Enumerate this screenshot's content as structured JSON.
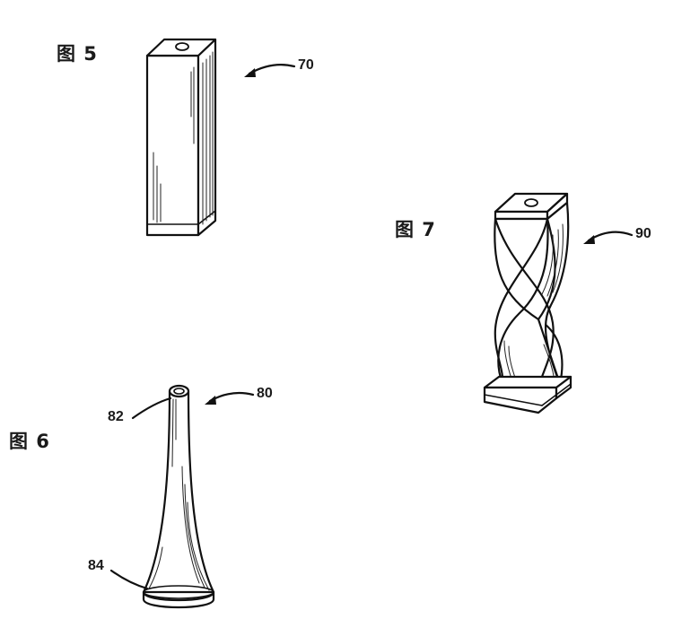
{
  "figures": {
    "fig5": {
      "label": "图 5",
      "ref": "70"
    },
    "fig6": {
      "label": "图 6",
      "ref": "80",
      "ref_top": "82",
      "ref_bottom": "84"
    },
    "fig7": {
      "label": "图 7",
      "ref": "90"
    }
  },
  "colors": {
    "ink": "#111111",
    "background": "#ffffff"
  }
}
